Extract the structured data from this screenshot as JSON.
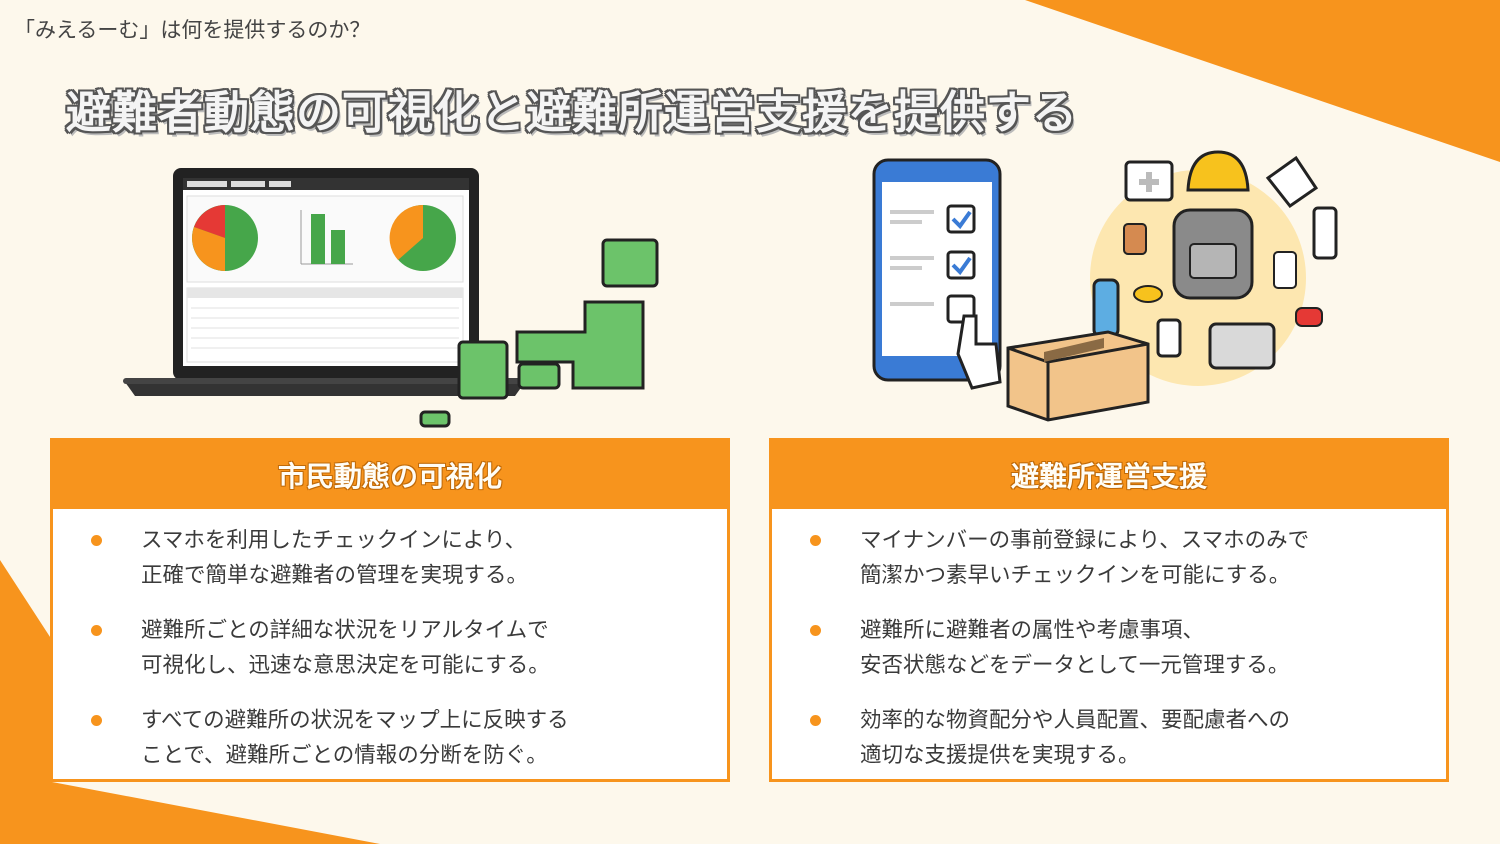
{
  "header": {
    "subtitle": "「みえるーむ」は何を提供するのか？",
    "title": "避難者動態の可視化と避難所運営支援を提供する"
  },
  "colors": {
    "accent": "#f7941d",
    "background": "#fdf8ec",
    "map_green": "#6cc36a",
    "card_bg": "#ffffff"
  },
  "illustrations": {
    "left": [
      "laptop-dashboard-icon",
      "japan-map-icon",
      "pie-chart-icon",
      "bar-chart-icon"
    ],
    "right": [
      "smartphone-checklist-icon",
      "pointing-hand-icon",
      "cardboard-box-icon",
      "emergency-supplies-icon"
    ]
  },
  "cards": [
    {
      "title": "市民動態の可視化",
      "bullets": [
        [
          "スマホを利用したチェックインにより、",
          "正確で簡単な避難者の管理を実現する。"
        ],
        [
          "避難所ごとの詳細な状況をリアルタイムで",
          "可視化し、迅速な意思決定を可能にする。"
        ],
        [
          "すべての避難所の状況をマップ上に反映する",
          "ことで、避難所ごとの情報の分断を防ぐ。"
        ]
      ]
    },
    {
      "title": "避難所運営支援",
      "bullets": [
        [
          "マイナンバーの事前登録により、スマホのみで",
          "簡潔かつ素早いチェックインを可能にする。"
        ],
        [
          "避難所に避難者の属性や考慮事項、",
          "安否状態などをデータとして一元管理する。"
        ],
        [
          "効率的な物資配分や人員配置、要配慮者への",
          "適切な支援提供を実現する。"
        ]
      ]
    }
  ]
}
